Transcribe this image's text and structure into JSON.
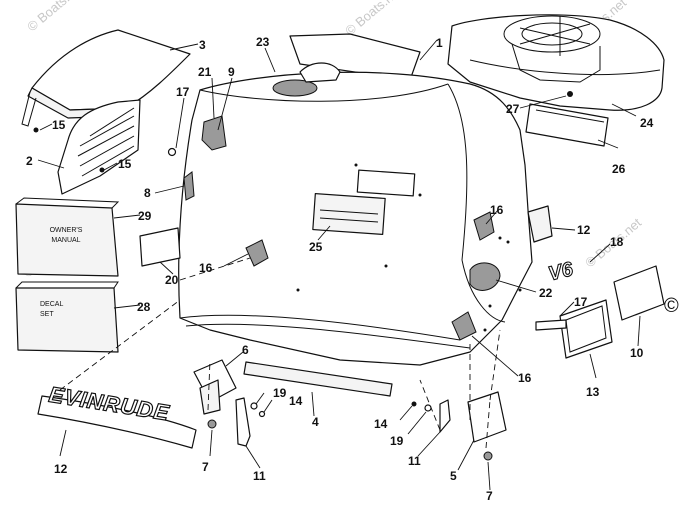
{
  "watermark": "© Boats.net",
  "box_owners_manual": {
    "line1": "OWNER'S",
    "line2": "MANUAL"
  },
  "box_decal_set": {
    "line1": "DECAL",
    "line2": "SET"
  },
  "brand_decal": "EVINRUDE",
  "v6_decal": "V6",
  "copyright_symbol": "©",
  "callouts": {
    "c1": "1",
    "c2": "2",
    "c3": "3",
    "c4": "4",
    "c5": "5",
    "c6": "6",
    "c7a": "7",
    "c7b": "7",
    "c8": "8",
    "c9": "9",
    "c10": "10",
    "c11a": "11",
    "c11b": "11",
    "c12a": "12",
    "c12b": "12",
    "c13": "13",
    "c14a": "14",
    "c14b": "14",
    "c15a": "15",
    "c15b": "15",
    "c16a": "16",
    "c16b": "16",
    "c16c": "16",
    "c17a": "17",
    "c17b": "17",
    "c18": "18",
    "c19a": "19",
    "c19b": "19",
    "c20": "20",
    "c21": "21",
    "c22": "22",
    "c23": "23",
    "c24": "24",
    "c25": "25",
    "c26": "26",
    "c27": "27",
    "c28": "28",
    "c29": "29"
  }
}
